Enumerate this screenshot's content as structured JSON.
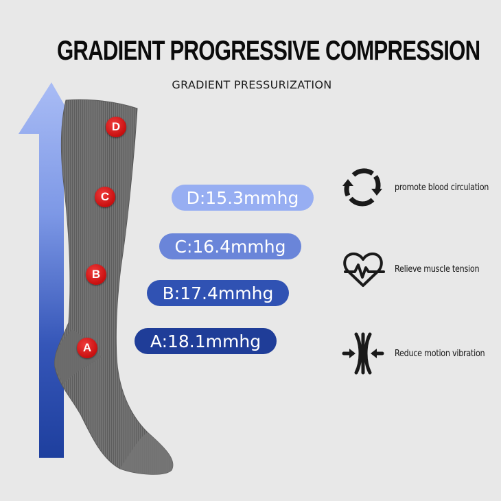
{
  "header": {
    "title": "GRADIENT PROGRESSIVE COMPRESSION",
    "subtitle": "GRADIENT PRESSURIZATION"
  },
  "graphic": {
    "arrow": {
      "icon": "up-arrow-icon",
      "color_top": "#a9bcf5",
      "color_bottom": "#1e3f9e"
    },
    "sock": {
      "color": "#6e6e6e"
    },
    "markers": [
      {
        "id": "D",
        "label": "D"
      },
      {
        "id": "C",
        "label": "C"
      },
      {
        "id": "B",
        "label": "B"
      },
      {
        "id": "A",
        "label": "A"
      }
    ]
  },
  "pressures": [
    {
      "point": "D",
      "label": "D:15.3mmhg",
      "value": 15.3,
      "unit": "mmhg",
      "color": "#97aef2"
    },
    {
      "point": "C",
      "label": "C:16.4mmhg",
      "value": 16.4,
      "unit": "mmhg",
      "color": "#6a85d9"
    },
    {
      "point": "B",
      "label": "B:17.4mmhg",
      "value": 17.4,
      "unit": "mmhg",
      "color": "#3052b3"
    },
    {
      "point": "A",
      "label": "A:18.1mmhg",
      "value": 18.1,
      "unit": "mmhg",
      "color": "#1f3d98"
    }
  ],
  "benefits": [
    {
      "icon": "circulation-arrows-icon",
      "label": "promote blood circulation"
    },
    {
      "icon": "heart-pulse-icon",
      "label": "Relieve muscle tension"
    },
    {
      "icon": "compress-arrows-icon",
      "label": "Reduce motion vibration"
    }
  ]
}
